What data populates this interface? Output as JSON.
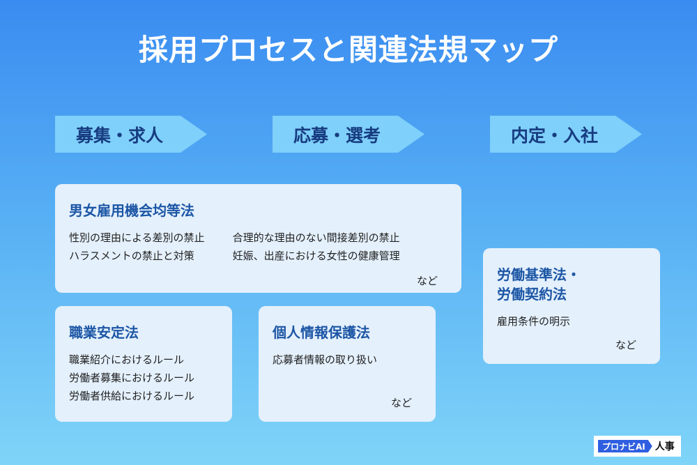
{
  "title": "採用プロセスと関連法規マップ",
  "stages": [
    "募集・求人",
    "応募・選考",
    "内定・入社"
  ],
  "cards": {
    "equal": {
      "title": "男女雇用機会均等法",
      "left": [
        "性別の理由による差別の禁止",
        "ハラスメントの禁止と対策"
      ],
      "right": [
        "合理的な理由のない間接差別の禁止",
        "妊娠、出産における女性の健康管理"
      ],
      "etc": "など"
    },
    "employment": {
      "title": "職業安定法",
      "items": [
        "職業紹介におけるルール",
        "労働者募集におけるルール",
        "労働者供給におけるルール"
      ]
    },
    "privacy": {
      "title": "個人情報保護法",
      "items": [
        "応募者情報の取り扱い"
      ],
      "etc": "など"
    },
    "labor": {
      "title_1": "労働基準法・",
      "title_2": "労働契約法",
      "items": [
        "雇用条件の明示"
      ],
      "etc": "など"
    }
  },
  "logo": {
    "brand": "プロナビAI",
    "suffix": "人事"
  }
}
